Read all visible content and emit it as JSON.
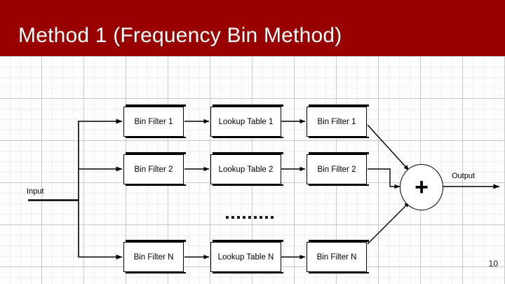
{
  "slide": {
    "title": "Method 1 (Frequency Bin Method)",
    "page_number": "10",
    "title_bar_color": "#990000",
    "title_text_color": "#ffffff",
    "background_color": "#fdfdfd",
    "grid_major_color": "#c9c9c9",
    "grid_minor_color": "#efefef"
  },
  "diagram": {
    "input_label": "Input",
    "output_label": "Output",
    "sum_symbol": "+",
    "ellipsis": "………",
    "ellipsis_dot_count": 9,
    "rows": [
      {
        "id": "row-1",
        "bin_filter_in": "Bin Filter 1",
        "lookup_table": "Lookup Table 1",
        "bin_filter_out": "Bin Filter 1"
      },
      {
        "id": "row-2",
        "bin_filter_in": "Bin Filter 2",
        "lookup_table": "Lookup Table 2",
        "bin_filter_out": "Bin Filter 2"
      },
      {
        "id": "row-n",
        "bin_filter_in": "Bin Filter N",
        "lookup_table": "Lookup Table N",
        "bin_filter_out": "Bin Filter N"
      }
    ]
  }
}
